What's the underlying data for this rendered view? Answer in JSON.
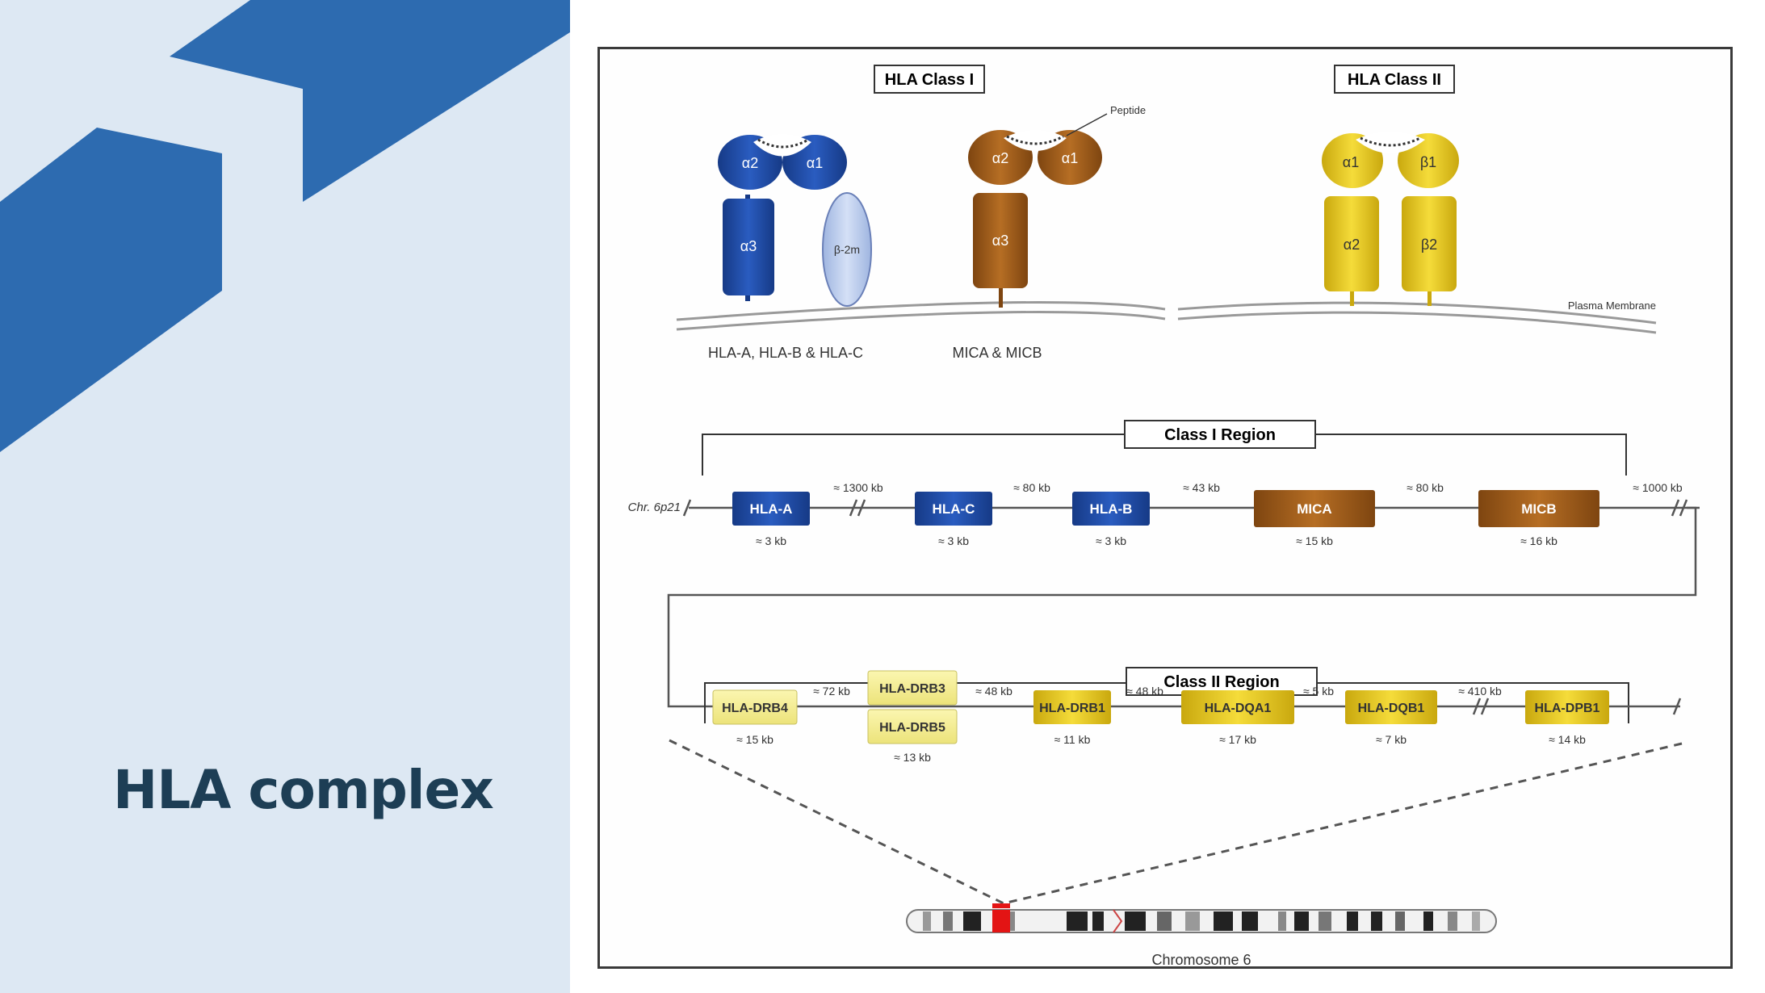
{
  "slide": {
    "title": "HLA complex"
  },
  "figure": {
    "class1_header": "HLA Class I",
    "class2_header": "HLA Class II",
    "peptide_label": "Peptide",
    "plasma_membrane_label": "Plasma Membrane",
    "molecules": {
      "hla_abc": {
        "caption": "HLA-A, HLA-B & HLA-C",
        "alpha2": "α2",
        "alpha1": "α1",
        "alpha3": "α3",
        "b2m": "β-2m",
        "color": "#1f4ea8"
      },
      "mic": {
        "caption": "MICA & MICB",
        "alpha2": "α2",
        "alpha1": "α1",
        "alpha3": "α3",
        "color": "#a8621c"
      },
      "class2": {
        "alpha1": "α1",
        "beta1": "β1",
        "alpha2": "α2",
        "beta2": "β2",
        "color": "#e8c81e"
      }
    },
    "class1_region": {
      "label": "Class I Region",
      "chr_label": "Chr. 6p21",
      "genes": [
        {
          "name": "HLA-A",
          "size": "≈ 3 kb"
        },
        {
          "name": "HLA-C",
          "size": "≈ 3 kb"
        },
        {
          "name": "HLA-B",
          "size": "≈ 3 kb"
        },
        {
          "name": "MICA",
          "size": "≈ 15 kb"
        },
        {
          "name": "MICB",
          "size": "≈ 16 kb"
        }
      ],
      "distances": [
        "≈ 1300 kb",
        "≈ 80 kb",
        "≈ 43 kb",
        "≈ 80 kb",
        "≈ 1000 kb"
      ]
    },
    "class2_region": {
      "label": "Class II Region",
      "genes": [
        {
          "name": "HLA-DRB4",
          "size": "≈ 15 kb"
        },
        {
          "name": "HLA-DRB3",
          "size": ""
        },
        {
          "name": "HLA-DRB5",
          "size": "≈ 13 kb"
        },
        {
          "name": "HLA-DRB1",
          "size": "≈ 11 kb"
        },
        {
          "name": "HLA-DQA1",
          "size": "≈ 17 kb"
        },
        {
          "name": "HLA-DQB1",
          "size": "≈ 7 kb"
        },
        {
          "name": "HLA-DPB1",
          "size": "≈ 14 kb"
        }
      ],
      "distances": [
        "≈ 72 kb",
        "≈ 48 kb",
        "≈ 48 kb",
        "≈ 5 kb",
        "≈ 410 kb"
      ]
    },
    "chromosome_label": "Chromosome 6"
  }
}
